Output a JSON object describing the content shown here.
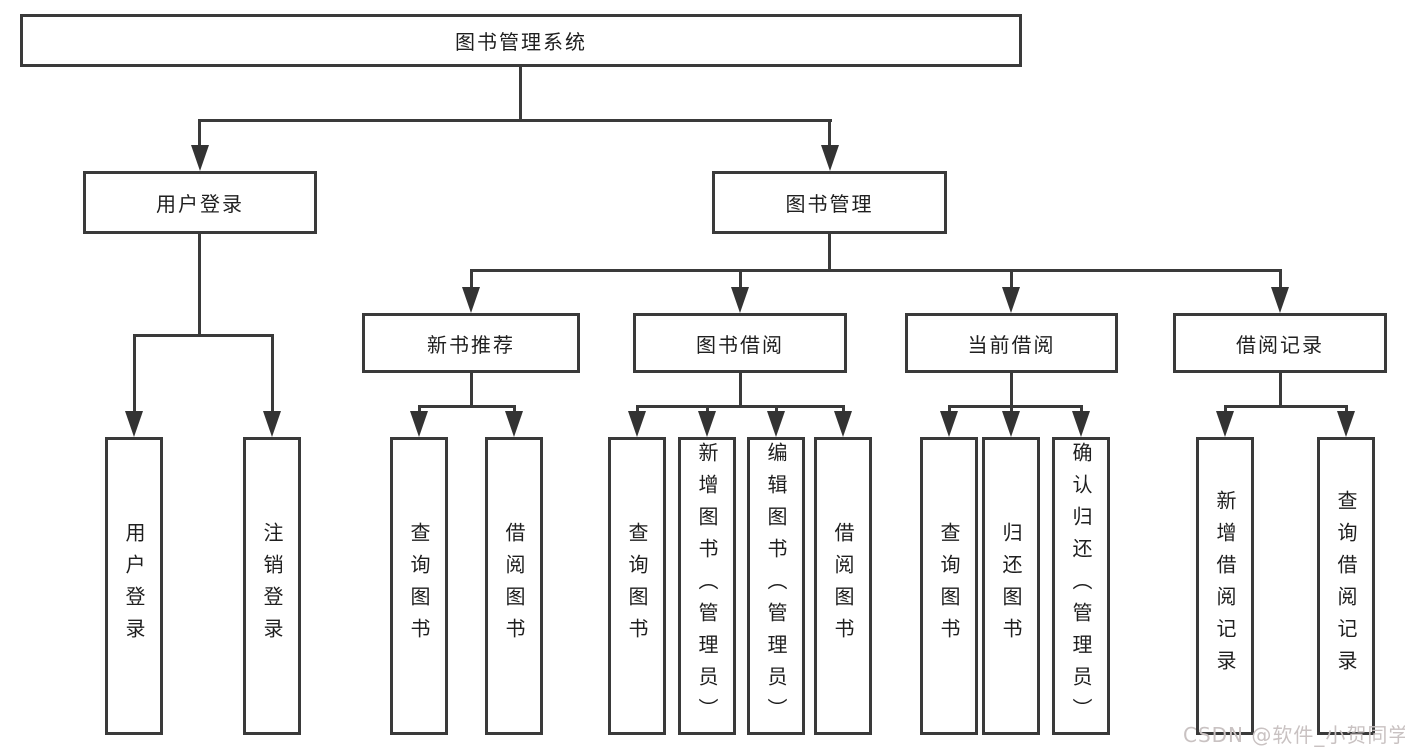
{
  "diagram": {
    "title": "图书管理系统",
    "level2": [
      {
        "label": "用户登录",
        "children": [
          {
            "label": "用户登录"
          },
          {
            "label": "注销登录"
          }
        ]
      },
      {
        "label": "图书管理",
        "children": [
          {
            "label": "新书推荐",
            "children": [
              {
                "label": "查询图书"
              },
              {
                "label": "借阅图书"
              }
            ]
          },
          {
            "label": "图书借阅",
            "children": [
              {
                "label": "查询图书"
              },
              {
                "label": "新增图书（管理员）"
              },
              {
                "label": "编辑图书（管理员）"
              },
              {
                "label": "借阅图书"
              }
            ]
          },
          {
            "label": "当前借阅",
            "children": [
              {
                "label": "查询图书"
              },
              {
                "label": "归还图书"
              },
              {
                "label": "确认归还（管理员）"
              }
            ]
          },
          {
            "label": "借阅记录",
            "children": [
              {
                "label": "新增借阅记录"
              },
              {
                "label": "查询借阅记录"
              }
            ]
          }
        ]
      }
    ]
  },
  "watermark": "CSDN @软件_小贺同学",
  "colors": {
    "background": "#ffffff",
    "line": "#3a3a3a",
    "text": "#1f1f1f",
    "watermark": "#c9c2c2"
  }
}
